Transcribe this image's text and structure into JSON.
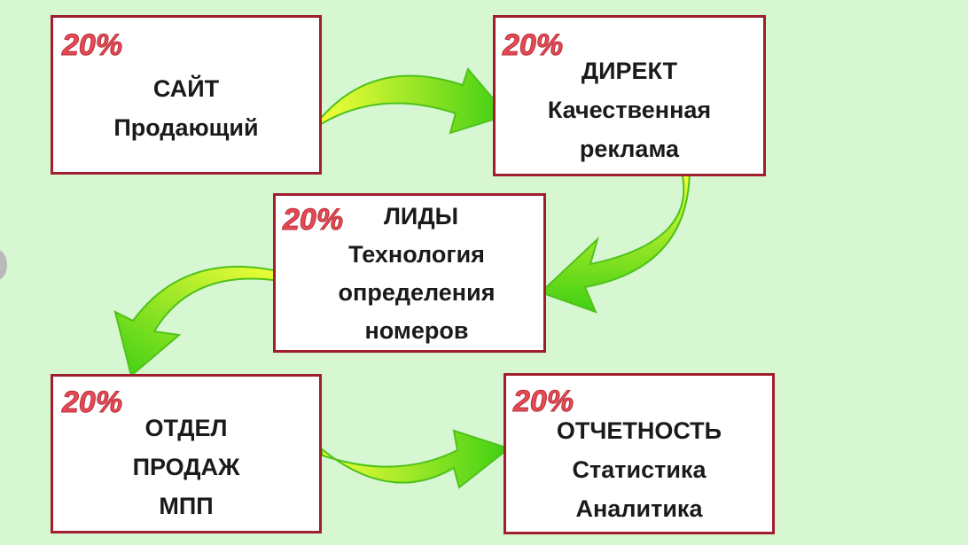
{
  "badge": {
    "text": "20%",
    "color": "#e84a55"
  },
  "colors": {
    "border": "#a01e2e",
    "arrow_light": "#f6ff3a",
    "arrow_dark": "#3fcf13"
  },
  "boxes": {
    "site": {
      "lines": [
        "САЙТ",
        "Продающий"
      ]
    },
    "direct": {
      "lines": [
        "ДИРЕКТ",
        "Качественная",
        "реклама"
      ]
    },
    "leads": {
      "lines": [
        "ЛИДЫ",
        "Технология",
        "определения",
        "номеров"
      ]
    },
    "sales": {
      "lines": [
        "ОТДЕЛ",
        "ПРОДАЖ",
        "МПП"
      ]
    },
    "reports": {
      "lines": [
        "ОТЧЕТНОСТЬ",
        "Статистика",
        "Аналитика"
      ]
    }
  }
}
